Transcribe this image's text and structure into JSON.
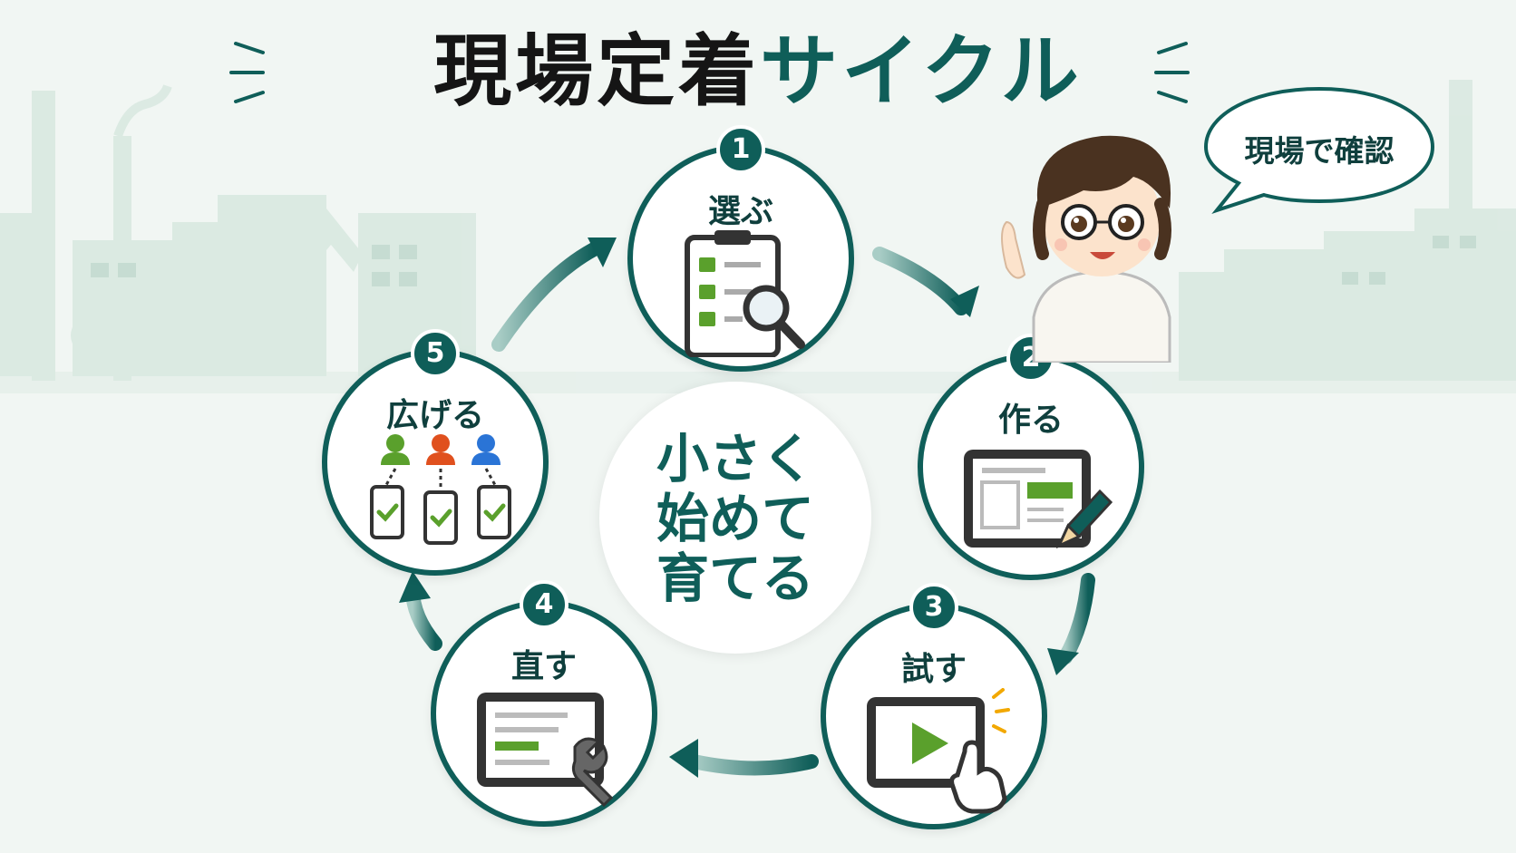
{
  "title": {
    "part1": "現場定着",
    "part2": "サイクル"
  },
  "center": {
    "line1": "小さく",
    "line2": "始めて",
    "line3": "育てる"
  },
  "speech_bubble": {
    "text": "現場で確認"
  },
  "steps": [
    {
      "number": "1",
      "label": "選ぶ",
      "icon": "clipboard-checklist-magnifier-icon"
    },
    {
      "number": "2",
      "label": "作る",
      "icon": "tablet-layout-pencil-icon"
    },
    {
      "number": "3",
      "label": "試す",
      "icon": "tablet-play-tap-icon"
    },
    {
      "number": "4",
      "label": "直す",
      "icon": "tablet-document-wrench-icon"
    },
    {
      "number": "5",
      "label": "広げる",
      "icon": "users-devices-check-icon"
    }
  ],
  "colors": {
    "primary": "#0f5e59",
    "title_dark": "#151515",
    "accent_green": "#5aa02c",
    "accent_orange": "#e0501e",
    "accent_blue": "#2a74d6",
    "background": "#f1f6f3"
  }
}
